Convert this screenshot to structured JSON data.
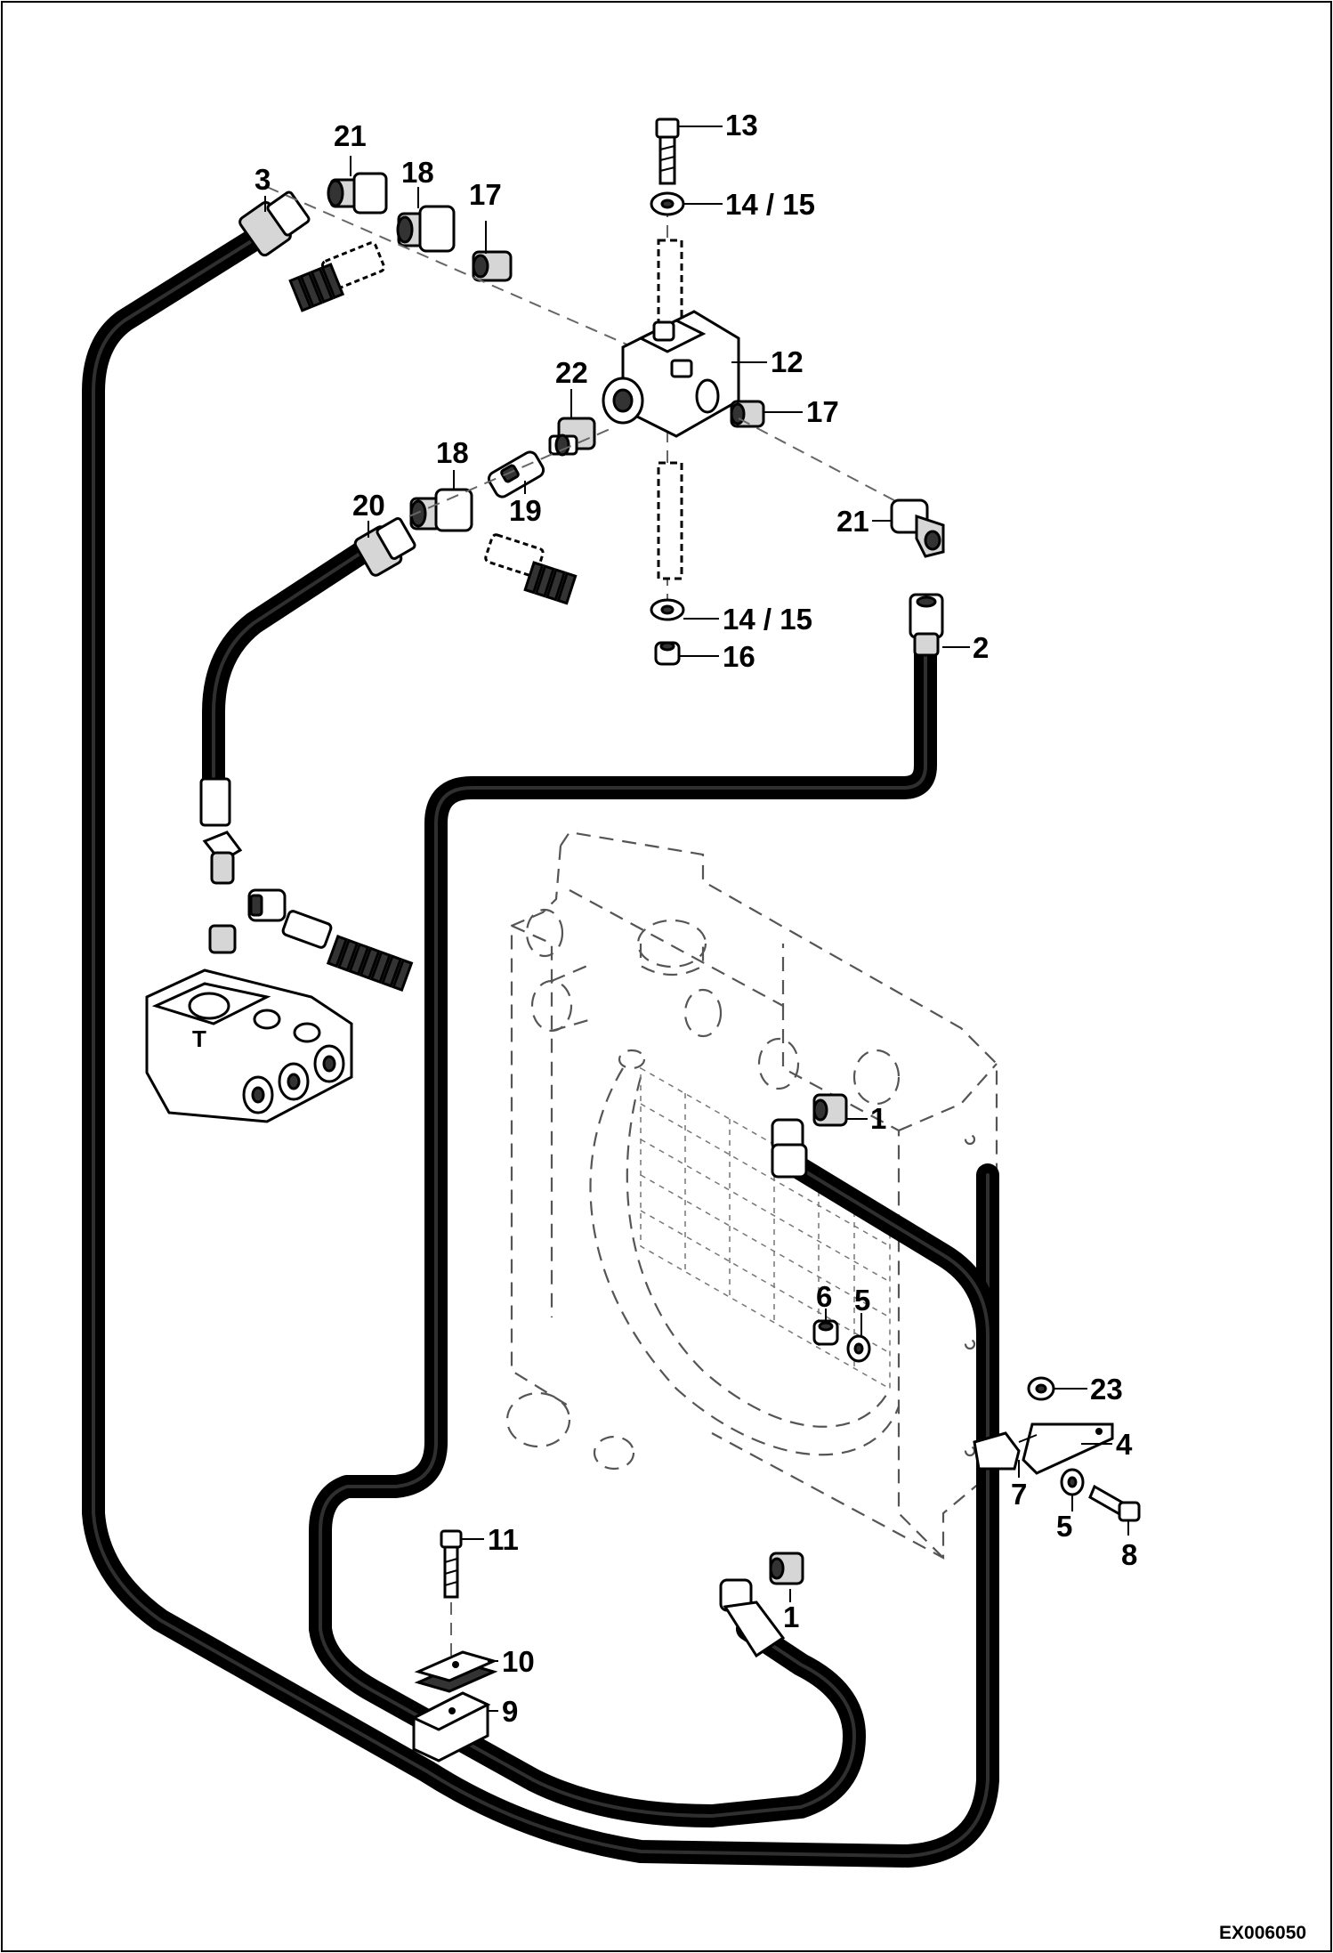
{
  "drawing_code": "EX006050",
  "callouts": [
    {
      "id": "13",
      "text": "13"
    },
    {
      "id": "14-15-top",
      "text": "14 / 15"
    },
    {
      "id": "21-top",
      "text": "21"
    },
    {
      "id": "3",
      "text": "3"
    },
    {
      "id": "18-top",
      "text": "18"
    },
    {
      "id": "17-top",
      "text": "17"
    },
    {
      "id": "12",
      "text": "12"
    },
    {
      "id": "22",
      "text": "22"
    },
    {
      "id": "17-right",
      "text": "17"
    },
    {
      "id": "18-mid",
      "text": "18"
    },
    {
      "id": "19",
      "text": "19"
    },
    {
      "id": "20",
      "text": "20"
    },
    {
      "id": "21-right",
      "text": "21"
    },
    {
      "id": "14-15-bottom",
      "text": "14 / 15"
    },
    {
      "id": "2",
      "text": "2"
    },
    {
      "id": "16",
      "text": "16"
    },
    {
      "id": "1-top",
      "text": "1"
    },
    {
      "id": "6",
      "text": "6"
    },
    {
      "id": "5-mid",
      "text": "5"
    },
    {
      "id": "23",
      "text": "23"
    },
    {
      "id": "4",
      "text": "4"
    },
    {
      "id": "7",
      "text": "7"
    },
    {
      "id": "5-low",
      "text": "5"
    },
    {
      "id": "8",
      "text": "8"
    },
    {
      "id": "11",
      "text": "11"
    },
    {
      "id": "1-low",
      "text": "1"
    },
    {
      "id": "10",
      "text": "10"
    },
    {
      "id": "9",
      "text": "9"
    }
  ]
}
